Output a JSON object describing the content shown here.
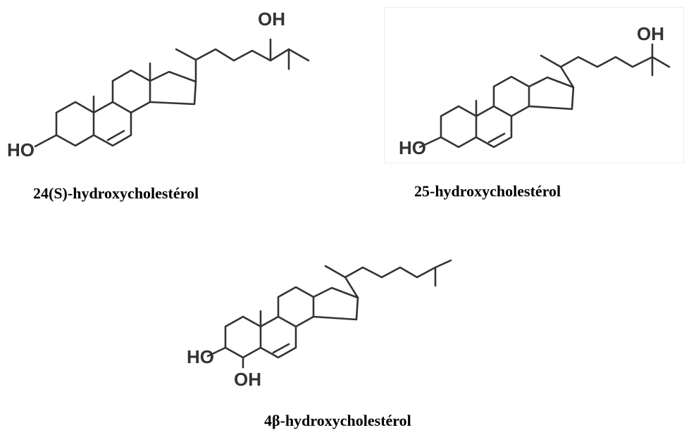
{
  "molecules": [
    {
      "name": "24(S)-hydroxycholestérol",
      "atoms": {
        "hydroxyl_a": "HO",
        "hydroxyl_b": "OH"
      }
    },
    {
      "name": "25-hydroxycholestérol",
      "atoms": {
        "hydroxyl_a": "HO",
        "hydroxyl_b": "OH"
      }
    },
    {
      "name": "4β-hydroxycholestérol",
      "atoms": {
        "hydroxyl_a": "HO",
        "hydroxyl_b": "OH"
      }
    }
  ],
  "colors": {
    "bond": "#333333",
    "label": "#000000"
  }
}
